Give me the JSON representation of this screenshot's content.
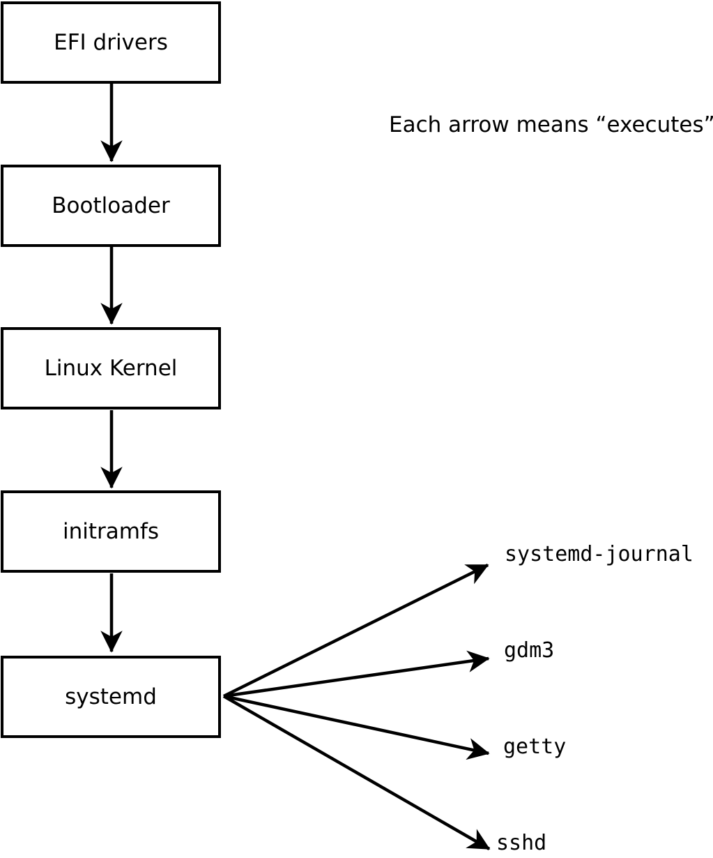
{
  "diagram": {
    "title_note": "Each arrow means “executes”.",
    "arrow_meaning": "executes",
    "boot_chain": [
      {
        "id": "efi-drivers",
        "label": "EFI drivers"
      },
      {
        "id": "bootloader",
        "label": "Bootloader"
      },
      {
        "id": "linux-kernel",
        "label": "Linux Kernel"
      },
      {
        "id": "initramfs",
        "label": "initramfs"
      },
      {
        "id": "systemd",
        "label": "systemd"
      }
    ],
    "spawned_services": [
      {
        "id": "systemd-journal",
        "label": "systemd-journal"
      },
      {
        "id": "gdm3",
        "label": "gdm3"
      },
      {
        "id": "getty",
        "label": "getty"
      },
      {
        "id": "sshd",
        "label": "sshd"
      }
    ],
    "colors": {
      "background": "#ffffff",
      "line": "#000000",
      "box_fill": "#ffffff",
      "text": "#000000"
    }
  }
}
